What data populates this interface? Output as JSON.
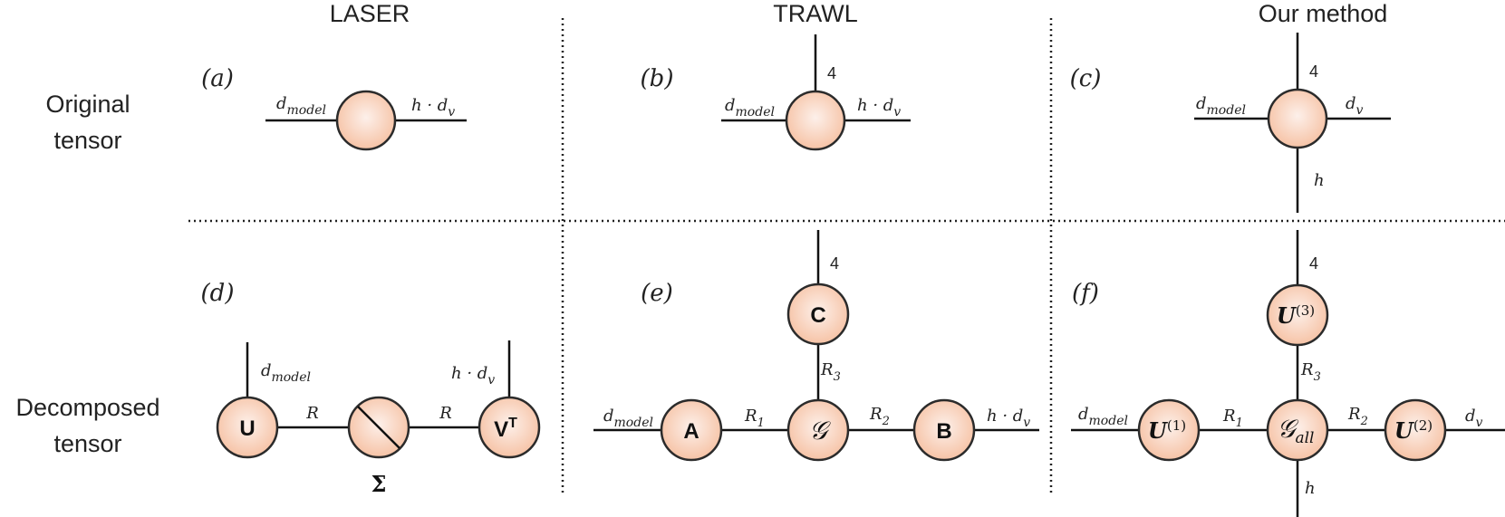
{
  "columns": {
    "laser": "LASER",
    "trawl": "TRAWL",
    "ours": "Our method"
  },
  "rows": {
    "original_line1": "Original",
    "original_line2": "tensor",
    "decomposed_line1": "Decomposed",
    "decomposed_line2": "tensor"
  },
  "panels": {
    "a": "(a)",
    "b": "(b)",
    "c": "(c)",
    "d": "(d)",
    "e": "(e)",
    "f": "(f)"
  },
  "labels": {
    "d": "d",
    "model": "model",
    "h_dot_d": "h · d",
    "v": "v",
    "h": "h",
    "four": "4",
    "R": "R",
    "R1": "R",
    "R2": "R",
    "R3": "R",
    "sub1": "1",
    "sub2": "2",
    "sub3": "3"
  },
  "nodes": {
    "U": "U",
    "VT_base": "V",
    "VT_sup": "T",
    "Sigma": "Σ",
    "A": "A",
    "B": "B",
    "C": "C",
    "G": "𝒢",
    "G_all_sub": "all",
    "Ubold": "U",
    "U1_sup": "(1)",
    "U2_sup": "(2)",
    "U3_sup": "(3)"
  },
  "colors": {
    "node_fill_center": "#fdf0ea",
    "node_fill_edge": "#f6c3a6",
    "node_stroke": "#2b2b2b"
  }
}
